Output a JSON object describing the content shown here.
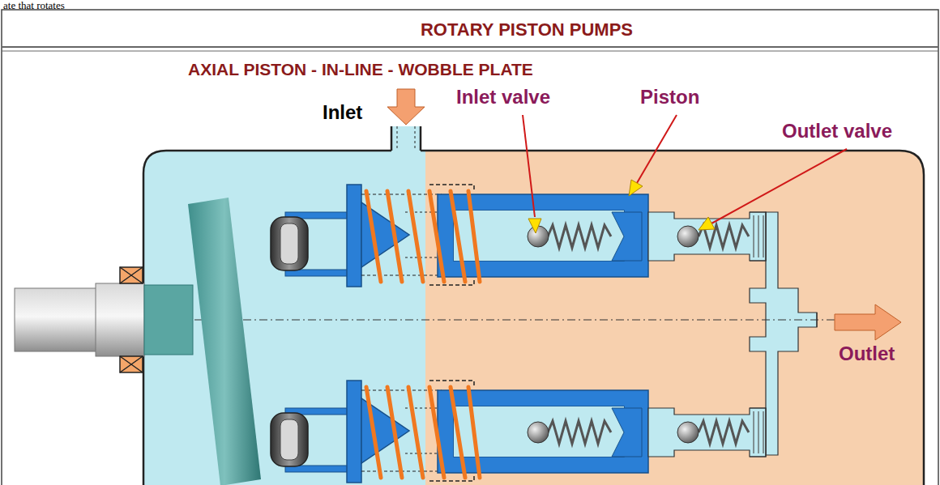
{
  "diagram": {
    "title": "ROTARY PISTON PUMPS",
    "labels": [
      "ate that rotates",
      "AXIAL PISTON - IN-LINE - WOBBLE PLATE",
      "Inlet",
      "Inlet valve",
      "Piston",
      "Outlet valve",
      "Outlet"
    ]
  }
}
